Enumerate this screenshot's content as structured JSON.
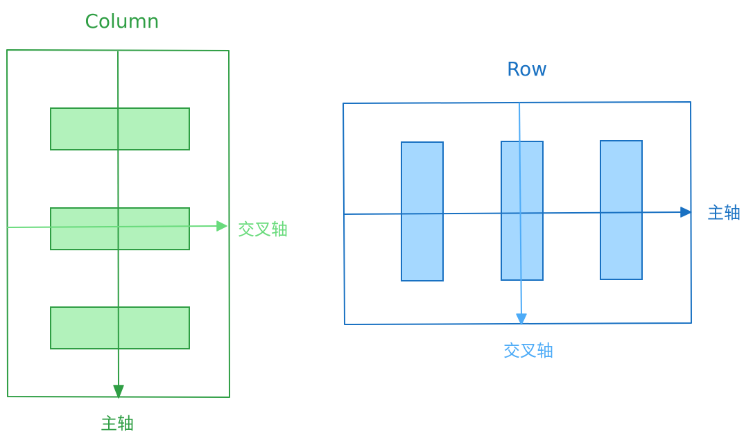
{
  "colors": {
    "column_stroke": "#2f9e44",
    "column_fill": "#b2f2bb",
    "column_cross_axis": "#69db7c",
    "row_stroke": "#1971c2",
    "row_fill": "#a5d8ff",
    "row_cross_axis": "#4dabf7"
  },
  "column": {
    "title": "Column",
    "main_axis_label": "主轴",
    "cross_axis_label": "交叉轴",
    "item_count": 3
  },
  "row": {
    "title": "Row",
    "main_axis_label": "主轴",
    "cross_axis_label": "交叉轴",
    "item_count": 3
  }
}
